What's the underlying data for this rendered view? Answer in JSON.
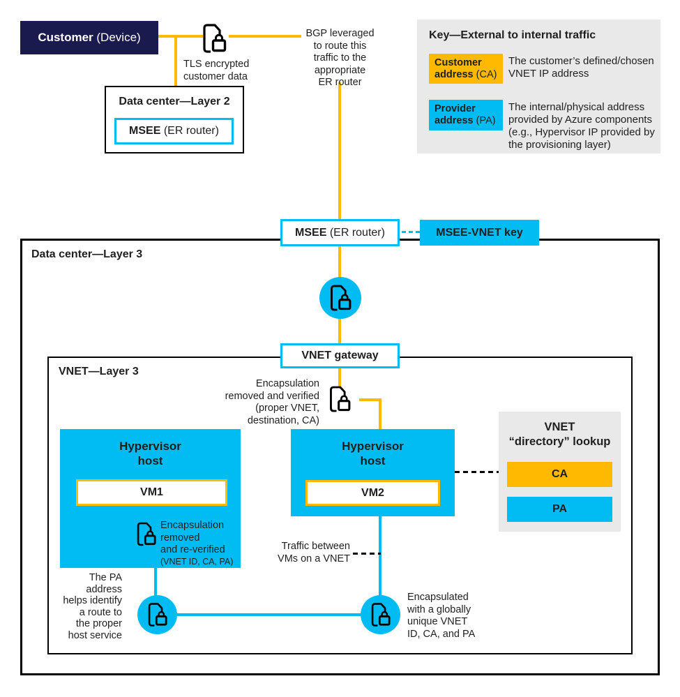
{
  "colors": {
    "cyan": "#00bcf2",
    "orange": "#ffb900",
    "navy": "#1a1a4e",
    "panel-gray": "#e9e9e9",
    "ink": "#1f1f1f"
  },
  "customer": {
    "name_bold": "Customer",
    "name_rest": " (Device)"
  },
  "labels": {
    "tls": "TLS encrypted\ncustomer data",
    "bgp": "BGP leveraged\nto route this\ntraffic to the\nappropriate\nER router",
    "encap_verified": "Encapsulation\nremoved and verified\n(proper VNET,\ndestination, CA)",
    "pa_route": "The PA\naddress\nhelps identify\na route to\nthe proper\nhost service",
    "traffic_between": "Traffic between\nVMs on a VNET",
    "encapsulated": "Encapsulated\nwith a globally\nunique VNET\nID, CA, and PA"
  },
  "key_panel": {
    "title": "Key—External to internal traffic",
    "customer_address": {
      "label_bold": "Customer\naddress",
      "label_rest": " (CA)",
      "desc": "The customer’s defined/chosen\nVNET IP address"
    },
    "provider_address": {
      "label_bold": "Provider\naddress",
      "label_rest": " (PA)",
      "desc": "The internal/physical address\nprovided by Azure components\n(e.g., Hypervisor IP provided by\nthe provisioning layer)"
    }
  },
  "dc_layer2": {
    "title": "Data center—Layer 2",
    "msee_bold": "MSEE",
    "msee_rest": " (ER router)"
  },
  "dc_layer3": {
    "title": "Data center—Layer 3"
  },
  "msee_router": {
    "bold": "MSEE",
    "rest": " (ER router)"
  },
  "msee_vnet_key": "MSEE-VNET key",
  "vnet_gateway": "VNET gateway",
  "vnet_layer3": {
    "title": "VNET—Layer 3"
  },
  "host1": {
    "title": "Hypervisor\nhost",
    "vm": "VM1",
    "encap": "Encapsulation\nremoved\nand re-verified",
    "encap_detail": "(VNET ID, CA, PA)"
  },
  "host2": {
    "title": "Hypervisor\nhost",
    "vm": "VM2"
  },
  "directory": {
    "title": "VNET\n“directory” lookup",
    "ca": "CA",
    "pa": "PA"
  }
}
